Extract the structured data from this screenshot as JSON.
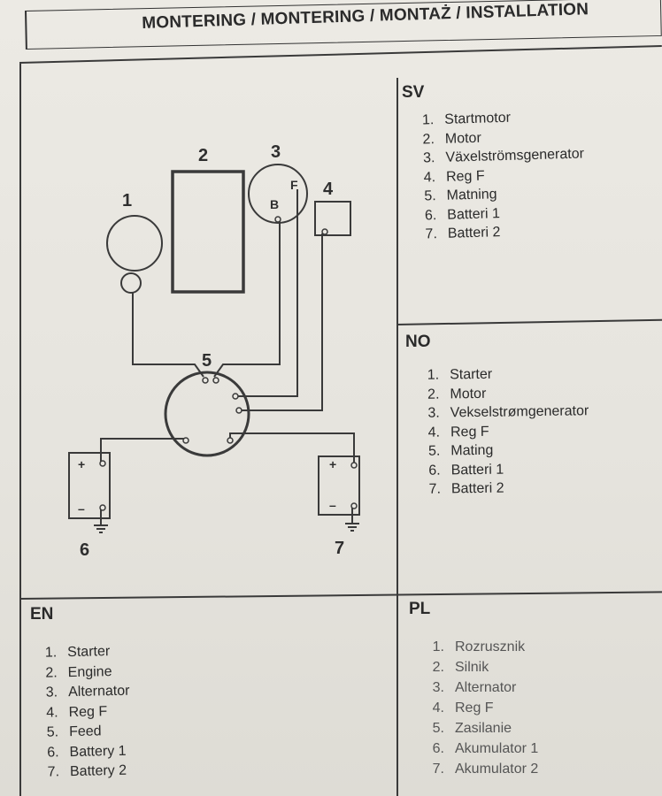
{
  "title": "MONTERING / MONTERING / MONTAŻ / INSTALLATION",
  "diagram": {
    "component_numbers": [
      "1",
      "2",
      "3",
      "4",
      "5",
      "6",
      "7"
    ],
    "terminal_b": "B",
    "terminal_f": "F",
    "plus_sign": "+",
    "minus_sign": "–"
  },
  "sections": {
    "sv": {
      "code": "SV",
      "items": [
        {
          "num": "1.",
          "text": "Startmotor"
        },
        {
          "num": "2.",
          "text": "Motor"
        },
        {
          "num": "3.",
          "text": "Växelströmsgenerator"
        },
        {
          "num": "4.",
          "text": "Reg F"
        },
        {
          "num": "5.",
          "text": "Matning"
        },
        {
          "num": "6.",
          "text": "Batteri 1"
        },
        {
          "num": "7.",
          "text": "Batteri 2"
        }
      ]
    },
    "no": {
      "code": "NO",
      "items": [
        {
          "num": "1.",
          "text": "Starter"
        },
        {
          "num": "2.",
          "text": "Motor"
        },
        {
          "num": "3.",
          "text": "Vekselstrømgenerator"
        },
        {
          "num": "4.",
          "text": "Reg F"
        },
        {
          "num": "5.",
          "text": "Mating"
        },
        {
          "num": "6.",
          "text": "Batteri 1"
        },
        {
          "num": "7.",
          "text": "Batteri 2"
        }
      ]
    },
    "en": {
      "code": "EN",
      "items": [
        {
          "num": "1.",
          "text": "Starter"
        },
        {
          "num": "2.",
          "text": "Engine"
        },
        {
          "num": "3.",
          "text": "Alternator"
        },
        {
          "num": "4.",
          "text": "Reg F"
        },
        {
          "num": "5.",
          "text": "Feed"
        },
        {
          "num": "6.",
          "text": "Battery 1"
        },
        {
          "num": "7.",
          "text": "Battery 2"
        }
      ]
    },
    "pl": {
      "code": "PL",
      "items": [
        {
          "num": "1.",
          "text": "Rozrusznik"
        },
        {
          "num": "2.",
          "text": "Silnik"
        },
        {
          "num": "3.",
          "text": "Alternator"
        },
        {
          "num": "4.",
          "text": "Reg F"
        },
        {
          "num": "5.",
          "text": "Zasilanie"
        },
        {
          "num": "6.",
          "text": "Akumulator 1"
        },
        {
          "num": "7.",
          "text": "Akumulator 2"
        }
      ]
    }
  }
}
